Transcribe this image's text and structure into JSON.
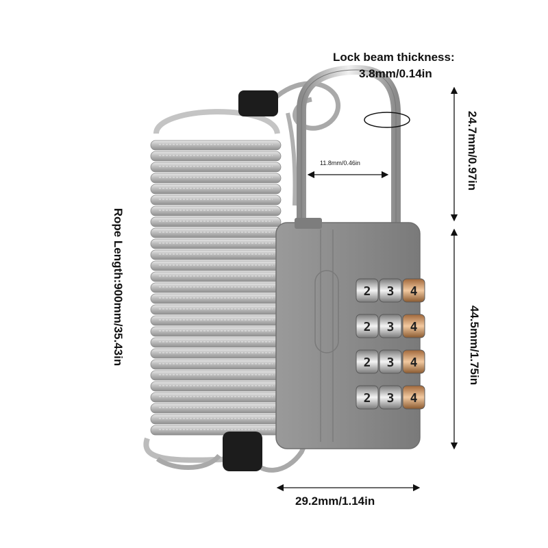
{
  "product": {
    "image": "coiled-cable-combination-padlock-icon",
    "colors": {
      "lock_body": "#8e8e8e",
      "accent": "#ef7d1a",
      "cable": "#b5b5b5",
      "sleeve": "#1c1c1c",
      "wheel_chrome": "#d9d9d9"
    }
  },
  "dimensions": {
    "beam_title": "Lock beam thickness:",
    "beam_value": "3.8mm/0.14in",
    "shackle_height": "24.7mm/0.97in",
    "shackle_inner_width": "11.8mm/0.46in",
    "body_height": "44.5mm/1.75in",
    "body_width": "29.2mm/1.14in",
    "rope_length": "Rope Length:900mm/35.43in"
  },
  "dials": {
    "rows": [
      [
        "2",
        "3",
        "4"
      ],
      [
        "2",
        "3",
        "4"
      ],
      [
        "2",
        "3",
        "4"
      ],
      [
        "2",
        "3",
        "4"
      ]
    ]
  }
}
